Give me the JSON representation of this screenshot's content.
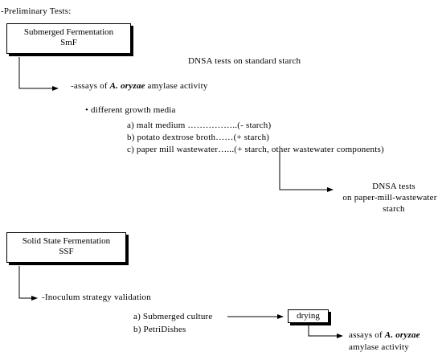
{
  "header": {
    "preliminary": "-Preliminary Tests:"
  },
  "smf_box": {
    "line1": "Submerged Fermentation",
    "line2": "SmF"
  },
  "dnsa_standard": "DNSA tests on standard starch",
  "assay_smf": {
    "prefix": "-assays of ",
    "organism": "A. oryzae",
    "suffix": " amylase activity"
  },
  "media": {
    "heading": "• different growth media",
    "items": [
      "a) malt medium ……………..(- starch)",
      "b) potato dextrose broth……(+ starch)",
      "c) paper mill wastewater…...(+ starch, other wastewater components)"
    ]
  },
  "dnsa_paper": {
    "line1": "DNSA tests",
    "line2": "on paper-mill-wastewater",
    "line3": "starch"
  },
  "ssf_box": {
    "line1": "Solid State Fermentation",
    "line2": "SSF"
  },
  "inoculum": "-Inoculum strategy validation",
  "cultures": {
    "a": "a) Submerged culture",
    "b": "b) PetriDishes"
  },
  "drying_box": "drying",
  "assay_ssf": {
    "prefix": "assays of ",
    "organism": "A. oryzae",
    "line2": "amylase activity"
  }
}
